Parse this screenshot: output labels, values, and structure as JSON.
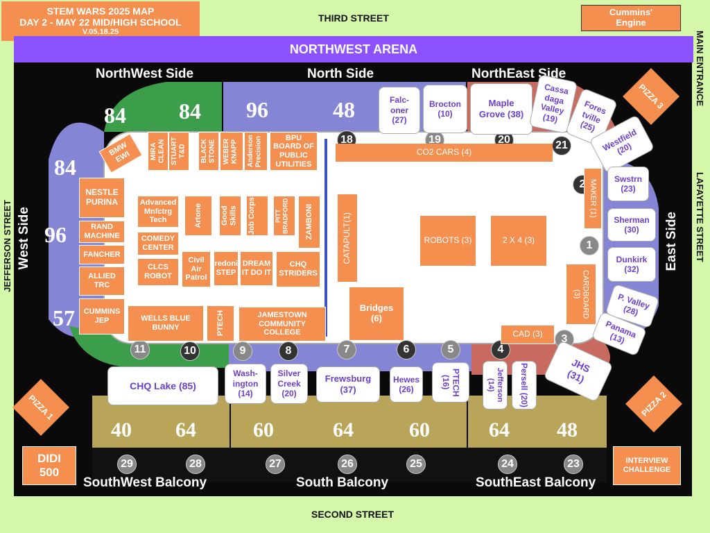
{
  "header": {
    "title": "STEM WARS 2025 MAP",
    "subtitle": "DAY 2 - MAY 22 MID/HIGH SCHOOL",
    "version": "V.05.18.25"
  },
  "streets": {
    "top": "THIRD STREET",
    "bottom": "SECOND STREET",
    "left": "JEFFERSON STREET",
    "right": "LAFAYETTE STREET",
    "main_entrance": "MAIN ENTRANCE"
  },
  "arena": {
    "name": "NORTHWEST ARENA"
  },
  "corners": {
    "cummins_engine": "Cummins' Engine",
    "pizza_1": "PIZZA 1",
    "pizza_2": "PIZZA 2",
    "pizza_3": "PIZZA 3",
    "didi": "DIDI 500",
    "interview": "INTERVIEW CHALLENGE"
  },
  "sides": {
    "northwest": "NorthWest Side",
    "north": "North Side",
    "northeast": "NorthEast Side",
    "west": "West Side",
    "east": "East Side",
    "southwest": "SouthWest Balcony",
    "south": "South Balcony",
    "southeast": "SouthEast Balcony"
  },
  "section_capacities": {
    "nw1": "84",
    "nw2": "84",
    "n1": "96",
    "n2": "48",
    "w1": "84",
    "w2": "96",
    "w3": "57",
    "s1": "40",
    "s2": "64",
    "s3": "60",
    "s4": "64",
    "s5": "60",
    "s6": "64",
    "s7": "48"
  },
  "section_markers": {
    "m18": "18",
    "m19": "19",
    "m20": "20",
    "m21": "21",
    "m2": "2",
    "m1": "1",
    "m3": "3",
    "m4": "4",
    "m5": "5",
    "m6": "6",
    "m7": "7",
    "m8": "8",
    "m9": "9",
    "m10": "10",
    "m11": "11",
    "m23": "23",
    "m24": "24",
    "m25": "25",
    "m26": "26",
    "m27": "27",
    "m28": "28",
    "m29": "29"
  },
  "orange_booths": {
    "bmw": "BMW EWI",
    "mira": "MIRA CLEAN",
    "stuart": "STUART T&D",
    "blackstone": "BLACK STONE",
    "knapp": "WEBER KNAPP",
    "anderson": "Anderson Precision",
    "bpu": "BPU BOARD OF PUBLIC UTILITIES",
    "nestle": "NESTLE PURINA",
    "rand": "RAND MACHINE",
    "fancher": "FANCHER",
    "allied": "ALLIED TRC",
    "cummins_jep": "CUMMINS JEP",
    "advanced": "Advanced Mnfctrg Tech",
    "artone": "Artone",
    "good_skills": "Good Skills",
    "job_corps": "Job Corps",
    "pitt": "PITT BRADFORD",
    "zamboni": "ZAMBONI",
    "comedy": "COMEDY CENTER",
    "clcs": "CLCS ROBOT",
    "civil_air": "Civil Air Patrol",
    "fredonia": "Fredonia STEP",
    "dream": "DREAM IT DO IT",
    "chq_striders": "CHQ STRIDERS",
    "wells": "WELLS BLUE BUNNY",
    "ptech_left": "PTECH",
    "jcc": "JAMESTOWN COMMUNITY COLLEGE",
    "co2": "CO2 CARS (4)",
    "catapult": "CATAPULT(1)",
    "robots": "ROBOTS (3)",
    "two_by_four": "2 X 4 (3)",
    "bridges": "Bridges (6)",
    "maker": "MAKER (1)",
    "cardboard": "CARDBOARD (3)",
    "cad": "CAD (3)"
  },
  "school_booths": {
    "falconer": "Falc-oner (27)",
    "brocton": "Brocton (10)",
    "maple_grove": "Maple Grove (38)",
    "cassadaga": "Cassa daga Valley (19)",
    "forestville": "Fores tville (25)",
    "westfield": "Westfield (20)",
    "swstrn": "Swstrn (23)",
    "sherman": "Sherman (30)",
    "dunkirk": "Dunkirk (32)",
    "pvalley": "P. Valley (28)",
    "panama": "Panama (13)",
    "jhs": "JHS (31)",
    "persell": "Persell (20)",
    "jefferson": "Jefferson (14)",
    "ptech_bottom": "PTECH (16)",
    "hewes": "Hewes (26)",
    "frewsburg": "Frewsburg (37)",
    "silver_creek": "Silver Creek (20)",
    "washington": "Wash-ington (14)",
    "chq_lake": "CHQ Lake (85)"
  },
  "colors": {
    "background": "#d4f7a9",
    "arena_bar": "#8c52ff",
    "booth_orange": "#f58f4f",
    "school_text": "#6a3fcf",
    "seats_green": "#3c9e4b",
    "seats_purple": "#8585d6",
    "seats_gold": "#b9a55a"
  }
}
